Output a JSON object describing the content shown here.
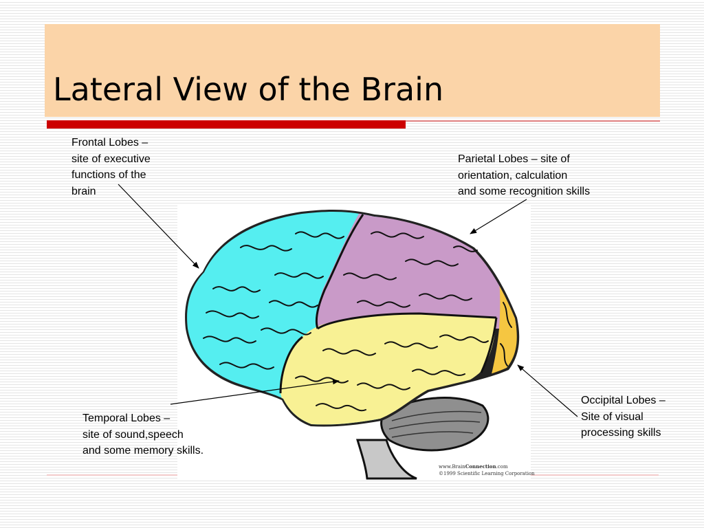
{
  "slide": {
    "title": "Lateral View of the Brain"
  },
  "labels": {
    "frontal": "Frontal Lobes –\nsite of executive\nfunctions of the\nbrain",
    "parietal": "Parietal Lobes – site of\norientation, calculation\nand some recognition skills",
    "occipital": "Occipital Lobes –\nSite of visual\nprocessing skills",
    "temporal": "Temporal Lobes –\nsite of sound,speech\nand some memory skills."
  },
  "credit": {
    "site_prefix": "www.Brain",
    "site_brand": "Connection",
    "site_suffix": ".com",
    "copyright": "©1999 Scientific Learning Corporation"
  },
  "colors": {
    "title_background": "#fbd4a8",
    "accent_bar": "#cc0000",
    "frontal_lobe": "#55eef0",
    "parietal_lobe": "#c99ac8",
    "temporal_lobe": "#f8f194",
    "occipital_lobe": "#f5c641",
    "cerebellum": "#8f8f8f",
    "brainstem": "#c8c8c8"
  }
}
